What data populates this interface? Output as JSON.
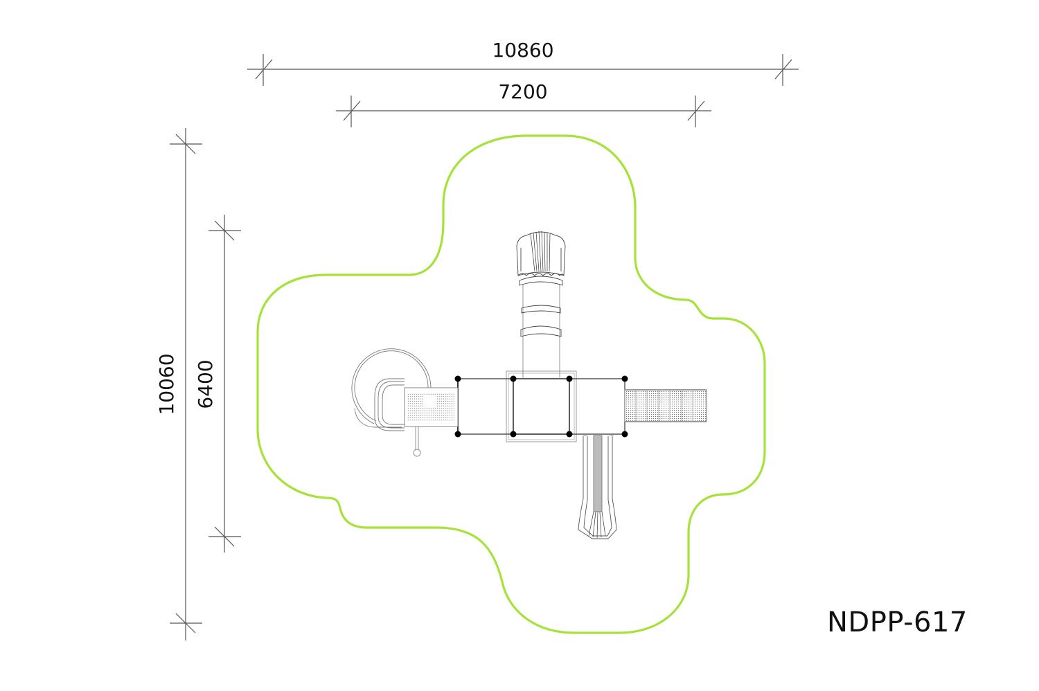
{
  "drawing": {
    "model_code": "NDPP-617",
    "dimensions": {
      "overall_width": "10860",
      "structure_width": "7200",
      "overall_height": "10060",
      "structure_height": "6400"
    },
    "colors": {
      "safety_zone_outline": "#a6e23a",
      "line_work": "#333333",
      "dimension_lines": "#555555",
      "nodes": "#000000"
    },
    "components": [
      {
        "name": "spiral-slide",
        "position": "left"
      },
      {
        "name": "platform-left",
        "position": "center-left"
      },
      {
        "name": "tower-roof-platform",
        "position": "center"
      },
      {
        "name": "platform-right",
        "position": "center-right"
      },
      {
        "name": "tube-slide-with-hood",
        "position": "top"
      },
      {
        "name": "net-bridge",
        "position": "right"
      },
      {
        "name": "straight-slide",
        "position": "bottom"
      },
      {
        "name": "climbing-pole",
        "position": "bottom-left"
      }
    ]
  }
}
